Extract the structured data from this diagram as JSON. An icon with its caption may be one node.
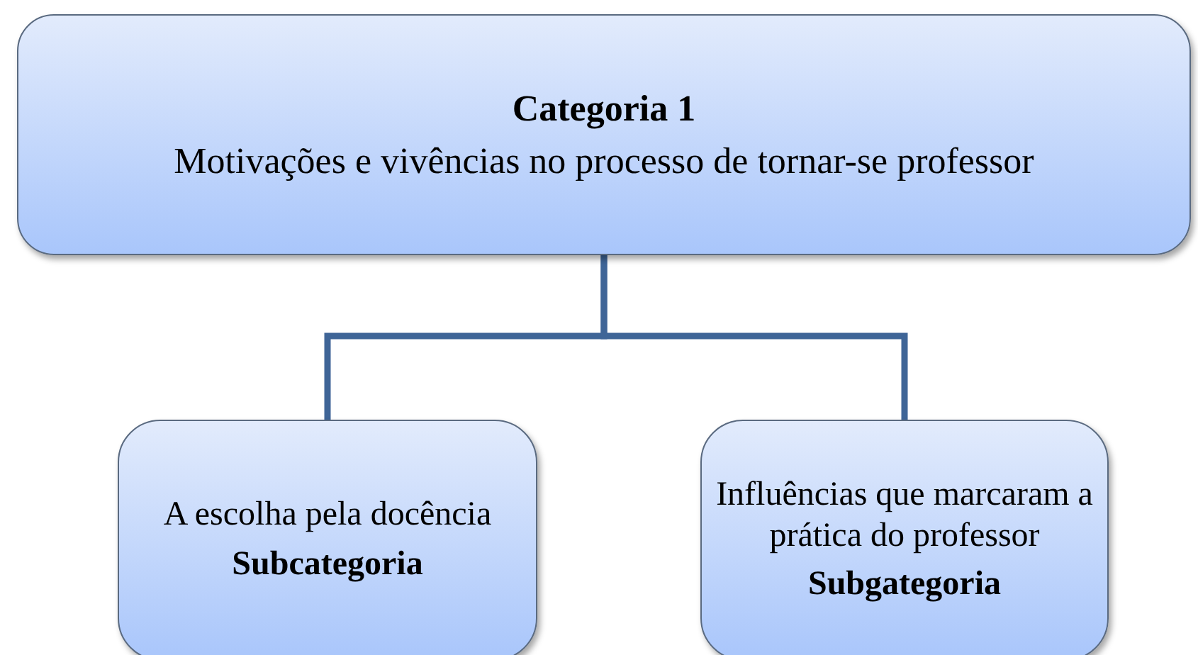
{
  "diagram": {
    "nodes": [
      {
        "text": [
          "Categoria 1",
          "Motivações e vivências no processo de tornar-se professor"
        ]
      },
      {
        "text": [
          "A escolha pela docência",
          "Subcategoria"
        ]
      },
      {
        "text": [
          "Influências que marcaram a prática do professor",
          "Subgategoria"
        ]
      }
    ],
    "edges": [
      {
        "from": 0,
        "to": 1,
        "arrow": "none"
      },
      {
        "from": 0,
        "to": 2,
        "arrow": "none"
      }
    ]
  }
}
